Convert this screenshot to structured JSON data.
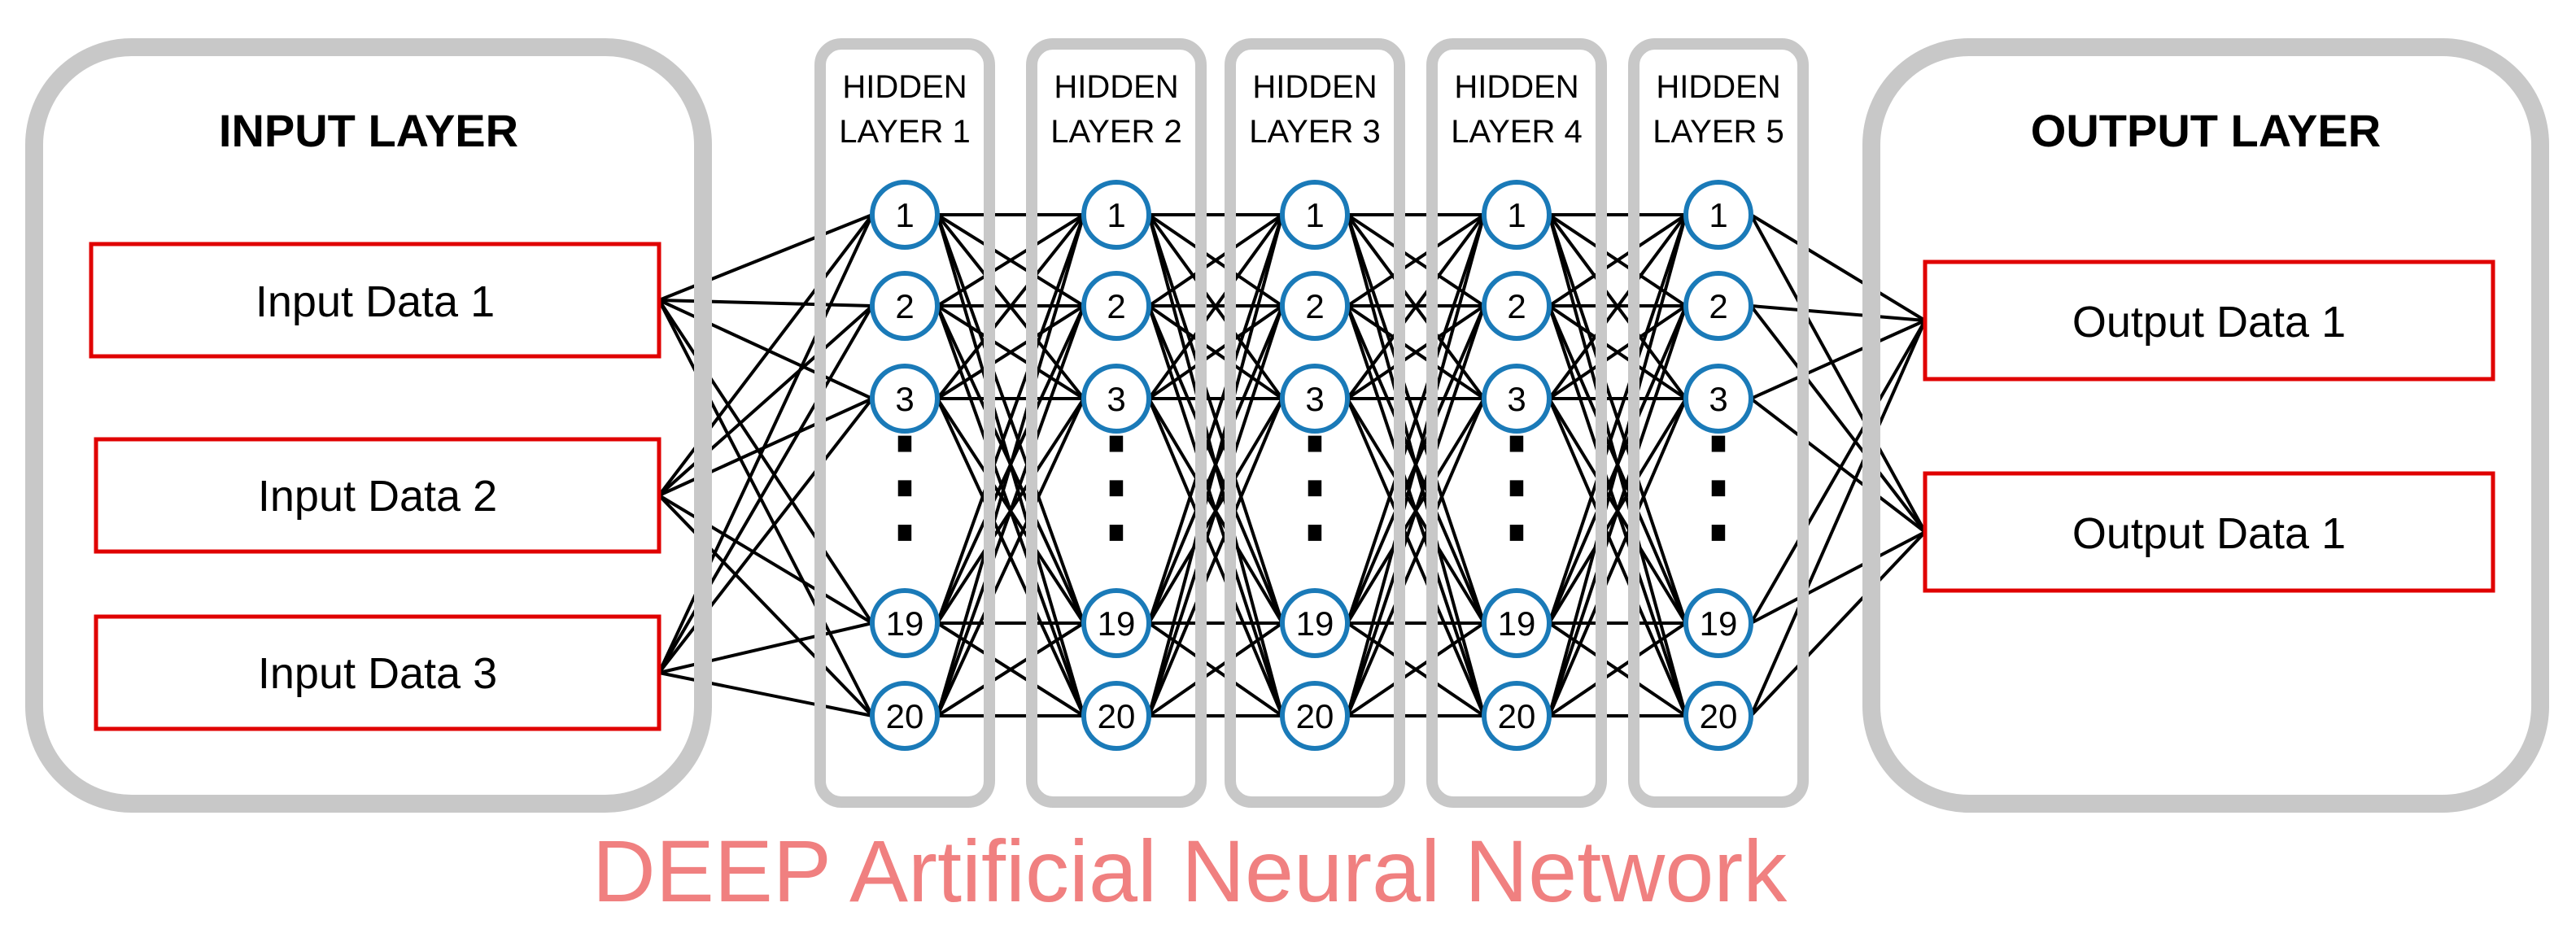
{
  "input_layer": {
    "title": "INPUT LAYER",
    "nodes": [
      "Input Data 1",
      "Input Data 2",
      "Input Data 3"
    ]
  },
  "hidden_layers": [
    {
      "line1": "HIDDEN",
      "line2": "LAYER 1"
    },
    {
      "line1": "HIDDEN",
      "line2": "LAYER 2"
    },
    {
      "line1": "HIDDEN",
      "line2": "LAYER 3"
    },
    {
      "line1": "HIDDEN",
      "line2": "LAYER 4"
    },
    {
      "line1": "HIDDEN",
      "line2": "LAYER 5"
    }
  ],
  "neuron_labels": [
    "1",
    "2",
    "3",
    "19",
    "20"
  ],
  "ellipsis": "⋮",
  "output_layer": {
    "title": "OUTPUT LAYER",
    "nodes": [
      "Output Data 1",
      "Output Data 1"
    ]
  },
  "caption": "DEEP Artificial Neural Network",
  "colors": {
    "layer_border": "#c8c8c8",
    "io_border": "#e00000",
    "neuron_border": "#1a7ab8",
    "connection": "#000000",
    "caption": "#f08080"
  }
}
